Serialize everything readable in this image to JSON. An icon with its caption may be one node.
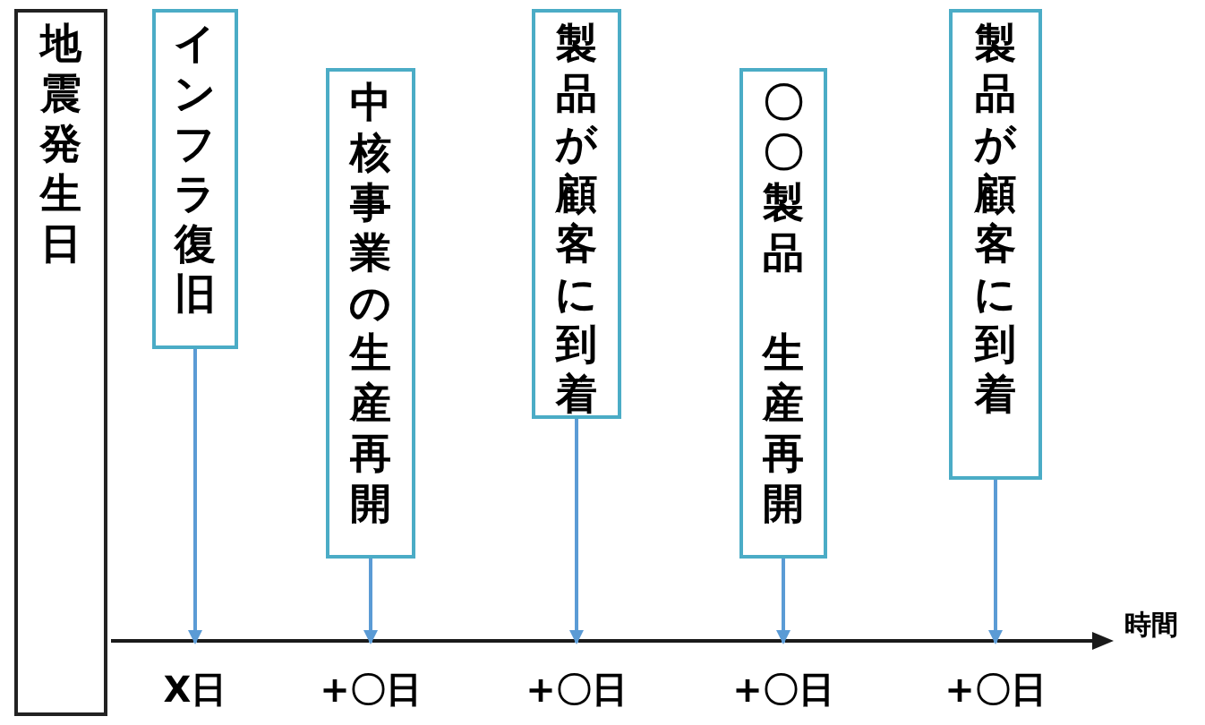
{
  "diagram": {
    "nodes": [
      {
        "text": [
          "地震発生日"
        ]
      },
      {
        "text": [
          "インフラ復旧"
        ]
      },
      {
        "text": [
          "中核事業の生産再開"
        ]
      },
      {
        "text": [
          "製品が顧客に到着"
        ]
      },
      {
        "text": [
          "〇〇製品",
          "生産再開"
        ]
      },
      {
        "text": [
          "製品が顧客に到着"
        ]
      },
      {
        "text": [
          "X日"
        ]
      },
      {
        "text": [
          "+〇日"
        ]
      },
      {
        "text": [
          "+〇日"
        ]
      },
      {
        "text": [
          "+〇日"
        ]
      },
      {
        "text": [
          "+〇日"
        ]
      }
    ],
    "edges": [
      {
        "from": 1,
        "to": 6,
        "arrow": "to"
      },
      {
        "from": 2,
        "to": 7,
        "arrow": "to"
      },
      {
        "from": 3,
        "to": 8,
        "arrow": "to"
      },
      {
        "from": 4,
        "to": 9,
        "arrow": "to"
      },
      {
        "from": 5,
        "to": 10,
        "arrow": "to"
      }
    ],
    "labels": [
      "時間"
    ]
  }
}
